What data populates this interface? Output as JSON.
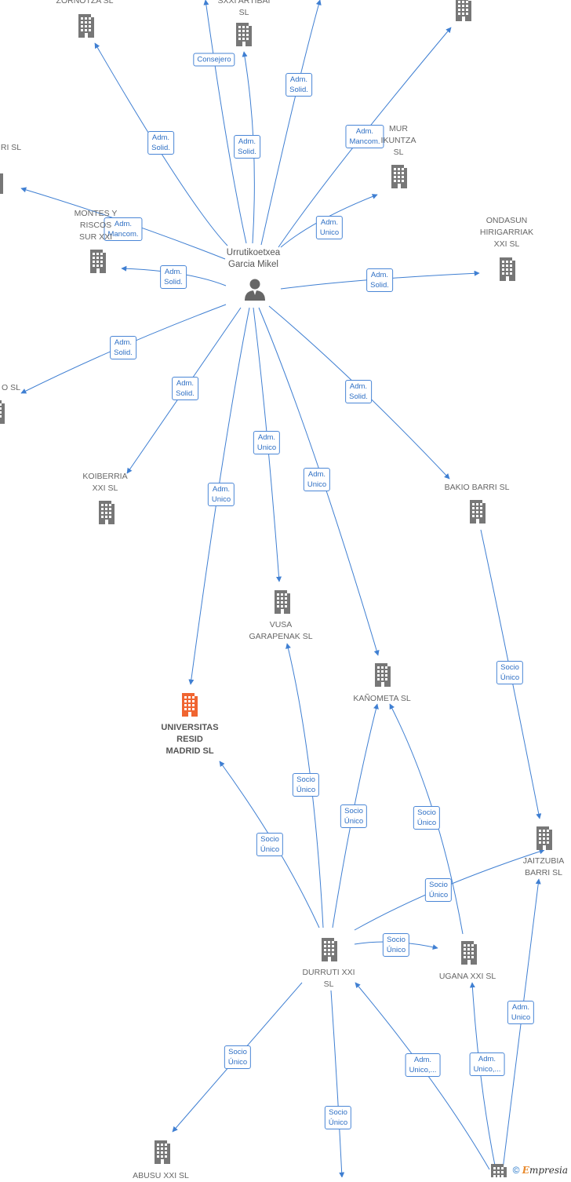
{
  "colors": {
    "edge": "#3f7fd2",
    "company": "#777777",
    "focus_company": "#f06531",
    "person": "#666666"
  },
  "nodes": [
    {
      "id": "zornotza",
      "icon": "building-icon",
      "label": [
        "ZORNOTZA SL"
      ]
    },
    {
      "id": "sxxi",
      "icon": "building-icon",
      "label": [
        "SXXI ARTIBAI",
        "SL"
      ]
    },
    {
      "id": "topright",
      "icon": "building-icon",
      "label": []
    },
    {
      "id": "mur",
      "icon": "building-icon",
      "label": [
        "MUR",
        "IKUNTZA",
        "SL"
      ]
    },
    {
      "id": "leftedge",
      "icon": "building-icon",
      "label": [
        "RI SL"
      ]
    },
    {
      "id": "montes",
      "icon": "building-icon",
      "label": [
        "MONTES Y",
        "RISCOS",
        "SUR XXI"
      ]
    },
    {
      "id": "person",
      "icon": "person-icon",
      "label": [
        "Urrutikoetxea",
        "Garcia Mikel"
      ]
    },
    {
      "id": "ondasun",
      "icon": "building-icon",
      "label": [
        "ONDASUN",
        "HIRIGARRIAK",
        "XXI SL"
      ]
    },
    {
      "id": "leftmid",
      "icon": "building-icon",
      "label": [
        "O SL"
      ]
    },
    {
      "id": "koiberria",
      "icon": "building-icon",
      "label": [
        "KOIBERRIA",
        "XXI SL"
      ]
    },
    {
      "id": "bakio",
      "icon": "building-icon",
      "label": [
        "BAKIO BARRI SL"
      ]
    },
    {
      "id": "vusa",
      "icon": "building-icon",
      "label": [
        "VUSA",
        "GARAPENAK SL"
      ]
    },
    {
      "id": "kanometa",
      "icon": "building-icon",
      "label": [
        "KAÑOMETA SL"
      ]
    },
    {
      "id": "universitas",
      "icon": "building-icon",
      "label": [
        "UNIVERSITAS",
        "RESID",
        "MADRID SL"
      ]
    },
    {
      "id": "jaitzubia",
      "icon": "building-icon",
      "label": [
        "JAITZUBIA",
        "BARRI SL"
      ]
    },
    {
      "id": "durruti",
      "icon": "building-icon",
      "label": [
        "DURRUTI XXI",
        "SL"
      ]
    },
    {
      "id": "ugana",
      "icon": "building-icon",
      "label": [
        "UGANA XXI SL"
      ]
    },
    {
      "id": "abusu",
      "icon": "building-icon",
      "label": [
        "ABUSU XXI SL"
      ]
    },
    {
      "id": "bottomright",
      "icon": "building-icon",
      "label": []
    }
  ],
  "edges": [
    {
      "from": "person",
      "to": "zornotza",
      "label": [
        "Adm.",
        "Solid."
      ]
    },
    {
      "from": "person",
      "to": "sxxi",
      "label": [
        "Adm.",
        "Solid."
      ]
    },
    {
      "from": "person",
      "to": "sxxi",
      "label": [
        "Consejero"
      ]
    },
    {
      "from": "person",
      "to": "topright",
      "label": [
        "Adm.",
        "Solid."
      ]
    },
    {
      "from": "person",
      "to": "topright",
      "label": [
        "Adm.",
        "Mancom."
      ]
    },
    {
      "from": "person",
      "to": "mur",
      "label": [
        "Adm.",
        "Unico"
      ]
    },
    {
      "from": "person",
      "to": "leftedge",
      "label": [
        "Adm.",
        "Mancom."
      ]
    },
    {
      "from": "person",
      "to": "montes",
      "label": [
        "Adm.",
        "Solid."
      ]
    },
    {
      "from": "person",
      "to": "ondasun",
      "label": [
        "Adm.",
        "Solid."
      ]
    },
    {
      "from": "person",
      "to": "leftmid",
      "label": [
        "Adm.",
        "Solid."
      ]
    },
    {
      "from": "person",
      "to": "koiberria",
      "label": [
        "Adm.",
        "Solid."
      ]
    },
    {
      "from": "person",
      "to": "universitas",
      "label": [
        "Adm.",
        "Unico"
      ]
    },
    {
      "from": "person",
      "to": "vusa",
      "label": [
        "Adm.",
        "Unico"
      ]
    },
    {
      "from": "person",
      "to": "kanometa",
      "label": [
        "Adm.",
        "Unico"
      ]
    },
    {
      "from": "person",
      "to": "bakio",
      "label": [
        "Adm.",
        "Solid."
      ]
    },
    {
      "from": "bakio",
      "to": "jaitzubia",
      "label": [
        "Socio",
        "Único"
      ]
    },
    {
      "from": "durruti",
      "to": "universitas",
      "label": [
        "Socio",
        "Único"
      ]
    },
    {
      "from": "durruti",
      "to": "vusa",
      "label": [
        "Socio",
        "Único"
      ]
    },
    {
      "from": "durruti",
      "to": "kanometa",
      "label": [
        "Socio",
        "Único"
      ]
    },
    {
      "from": "ugana",
      "to": "kanometa",
      "label": [
        "Socio",
        "Único"
      ]
    },
    {
      "from": "durruti",
      "to": "jaitzubia",
      "label": [
        "Socio",
        "Único"
      ]
    },
    {
      "from": "durruti",
      "to": "ugana",
      "label": [
        "Socio",
        "Único"
      ]
    },
    {
      "from": "durruti",
      "to": "abusu",
      "label": [
        "Socio",
        "Único"
      ]
    },
    {
      "from": "durruti",
      "to": "bottomleft",
      "label": [
        "Socio",
        "Único"
      ]
    },
    {
      "from": "bottomright",
      "to": "durruti",
      "label": [
        "Adm.",
        "Unico,..."
      ]
    },
    {
      "from": "bottomright",
      "to": "ugana",
      "label": [
        "Adm.",
        "Unico,..."
      ]
    },
    {
      "from": "bottomright",
      "to": "jaitzubia",
      "label": [
        "Adm.",
        "Unico"
      ]
    }
  ],
  "footer": {
    "copyright": "©",
    "brand_first": "E",
    "brand_rest": "mpresia"
  }
}
